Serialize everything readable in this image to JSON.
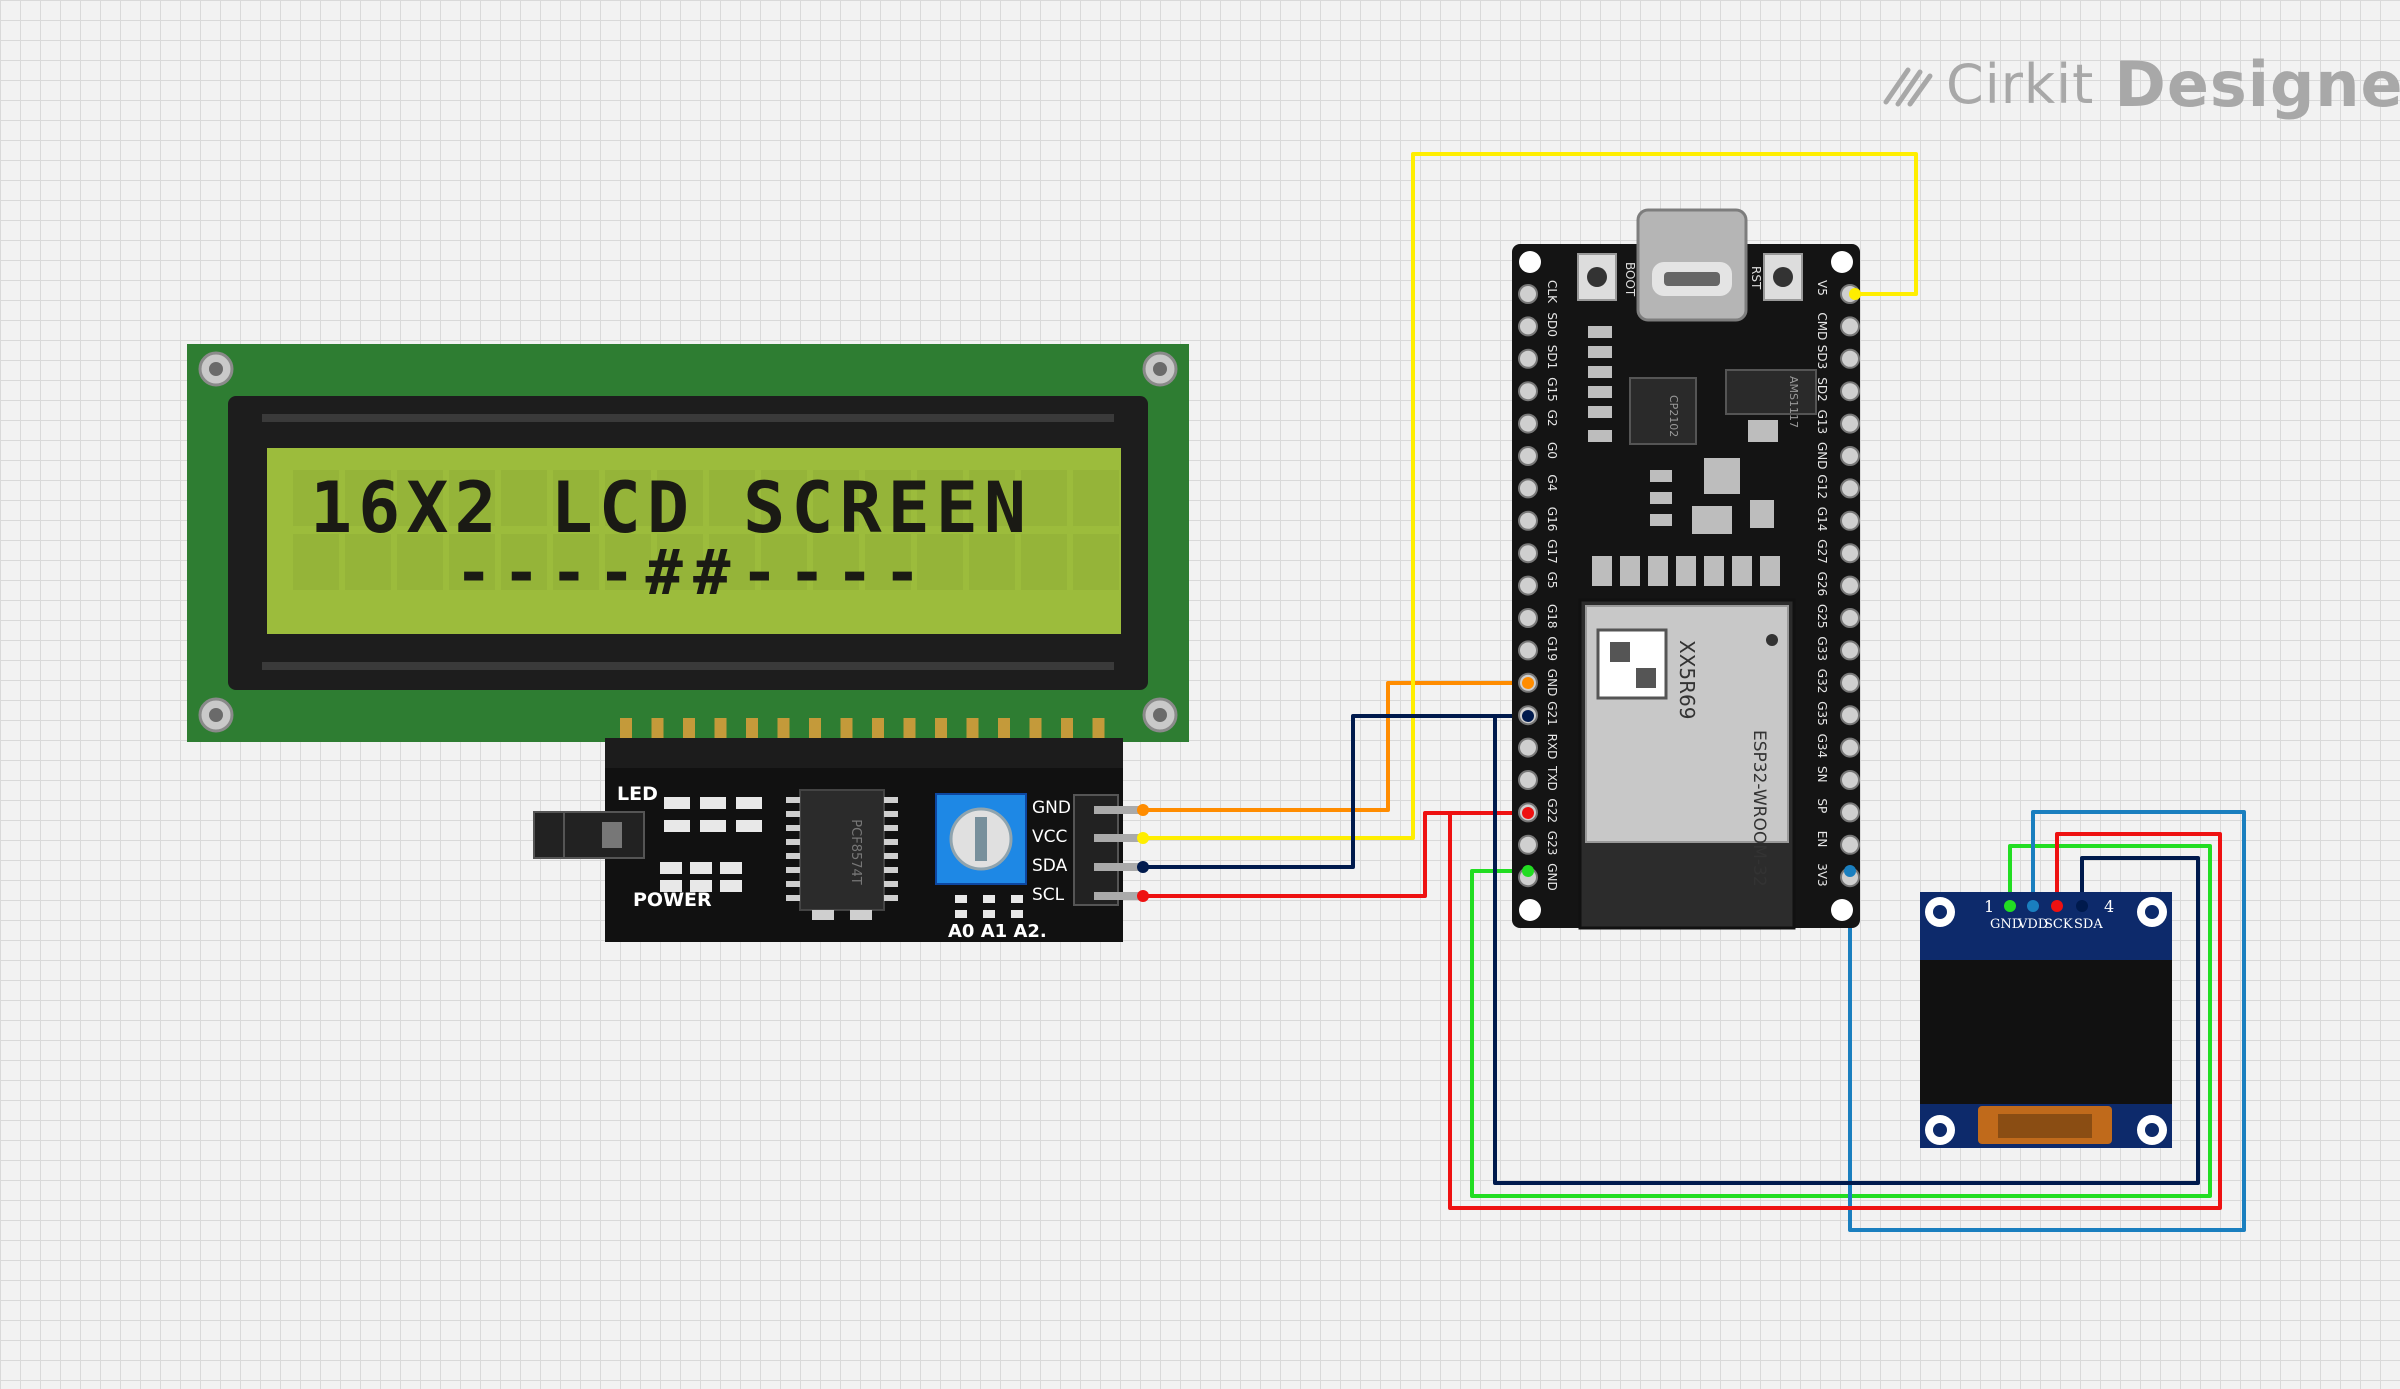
{
  "app": {
    "brand_light": "Cirkit",
    "brand_bold": "Designer",
    "brand_color": "#a8a8a8"
  },
  "lcd": {
    "line1": "16X2 LCD SCREEN",
    "line2": "----##----",
    "board_color": "#2e7d32",
    "screen_color": "#9cbc3c"
  },
  "i2c_backpack": {
    "led_label": "LED",
    "power_label": "POWER",
    "address_label": "A0 A1 A2.",
    "chip_label": "PCF8574T",
    "pins": [
      "GND",
      "VCC",
      "SDA",
      "SCL"
    ]
  },
  "esp32": {
    "module_label": "ESP32-WROOM-32",
    "module_code": "XX5R69",
    "boot_label": "BOOT",
    "rst_label": "RST",
    "regulator_label": "AMS1117",
    "usb_chip_label": "CP2102",
    "left_pins": [
      "CLK",
      "SD0",
      "SD1",
      "G15",
      "G2",
      "G0",
      "G4",
      "G16",
      "G17",
      "G5",
      "G18",
      "G19",
      "GND",
      "G21",
      "RXD",
      "TXD",
      "G22",
      "G23",
      "GND"
    ],
    "right_pins": [
      "V5",
      "CMD",
      "SD3",
      "SD2",
      "G13",
      "GND",
      "G12",
      "G14",
      "G27",
      "G26",
      "G25",
      "G33",
      "G32",
      "G35",
      "G34",
      "SN",
      "SP",
      "EN",
      "3V3"
    ]
  },
  "oled": {
    "pins": [
      "GND",
      "VDD",
      "SCK",
      "SDA"
    ],
    "pin_num_first": "1",
    "pin_num_last": "4"
  },
  "wires": {
    "gnd_lcd": "#ff8c00",
    "vcc_lcd": "#ffee00",
    "sda_lcd": "#001a4d",
    "scl_lcd": "#ee1111",
    "gnd_oled": "#22dd22",
    "vdd_oled": "#1a7fbf",
    "sck_oled": "#ee1111",
    "sda_oled": "#001a4d"
  }
}
